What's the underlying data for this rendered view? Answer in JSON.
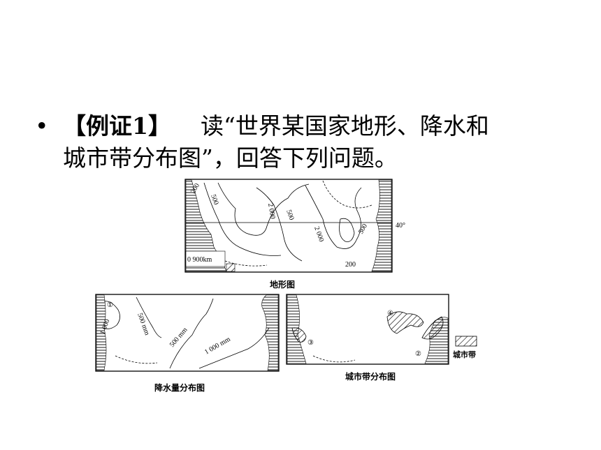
{
  "question": {
    "bullet": "•",
    "label": "【例证1】",
    "line1": "读“世界某国家地形、降水和",
    "line2": "城市带分布图”，回答下列问题。"
  },
  "terrain_map": {
    "caption": "地形图",
    "contours": [
      "200",
      "500",
      "2 000",
      "500",
      "2 000",
      "500",
      "200"
    ],
    "latitude": "40°",
    "scale": "0  900km"
  },
  "rain_map": {
    "caption": "降水量分布图",
    "marker": "①",
    "labels": [
      "1 000",
      "500 mm",
      "500 mm",
      "1 000 mm"
    ]
  },
  "city_map": {
    "caption": "城市带分布图",
    "markers": [
      "②",
      "③",
      "④"
    ],
    "legend": "城市带"
  }
}
